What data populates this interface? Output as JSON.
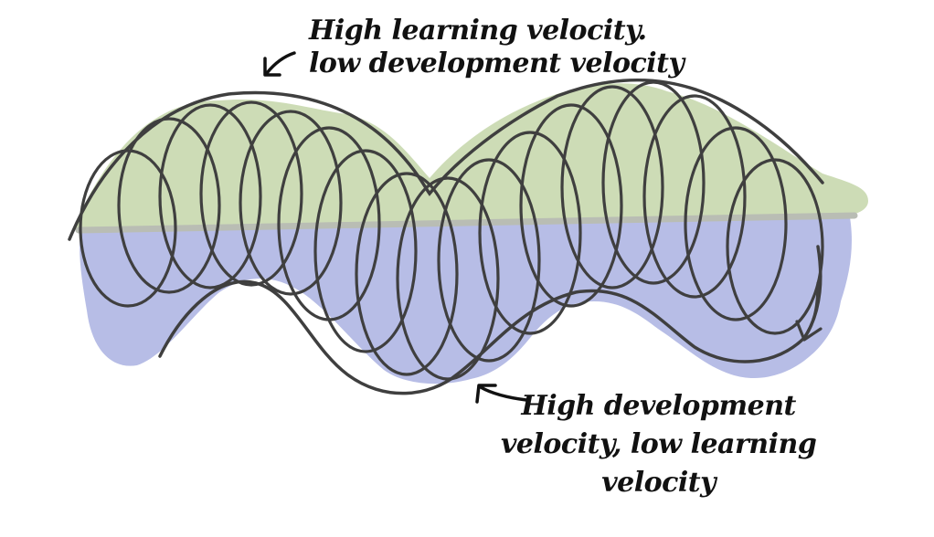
{
  "annotations": {
    "top": {
      "line1": "High learning velocity.",
      "line2": "low development velocity"
    },
    "bottom": {
      "line1": "High development",
      "line2": "velocity, low learning",
      "line3": "velocity"
    }
  },
  "colors": {
    "upper_fill": "#cddcb6",
    "lower_fill": "#b7bde6",
    "midline": "#b9bdb4",
    "ink": "#3f3f3f",
    "text": "#111111"
  }
}
